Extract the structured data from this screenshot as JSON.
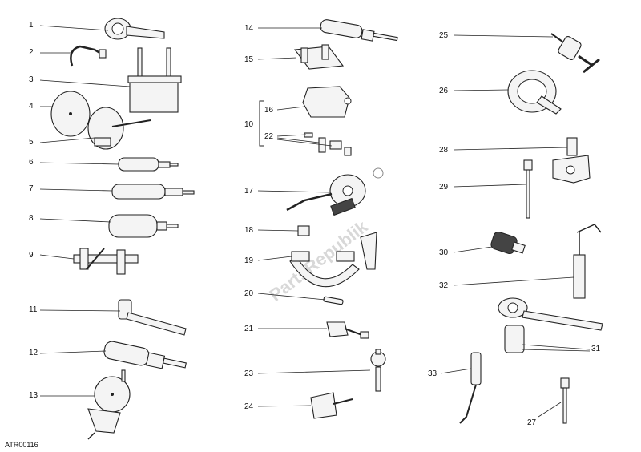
{
  "watermark": "PartsRepublik",
  "drawing_code": "ATR00116",
  "callouts": [
    "1",
    "2",
    "3",
    "4",
    "5",
    "6",
    "7",
    "8",
    "9",
    "10",
    "11",
    "12",
    "13",
    "14",
    "15",
    "16",
    "17",
    "18",
    "19",
    "20",
    "21",
    "22",
    "23",
    "24",
    "25",
    "26",
    "27",
    "28",
    "29",
    "30",
    "31",
    "32",
    "33"
  ]
}
